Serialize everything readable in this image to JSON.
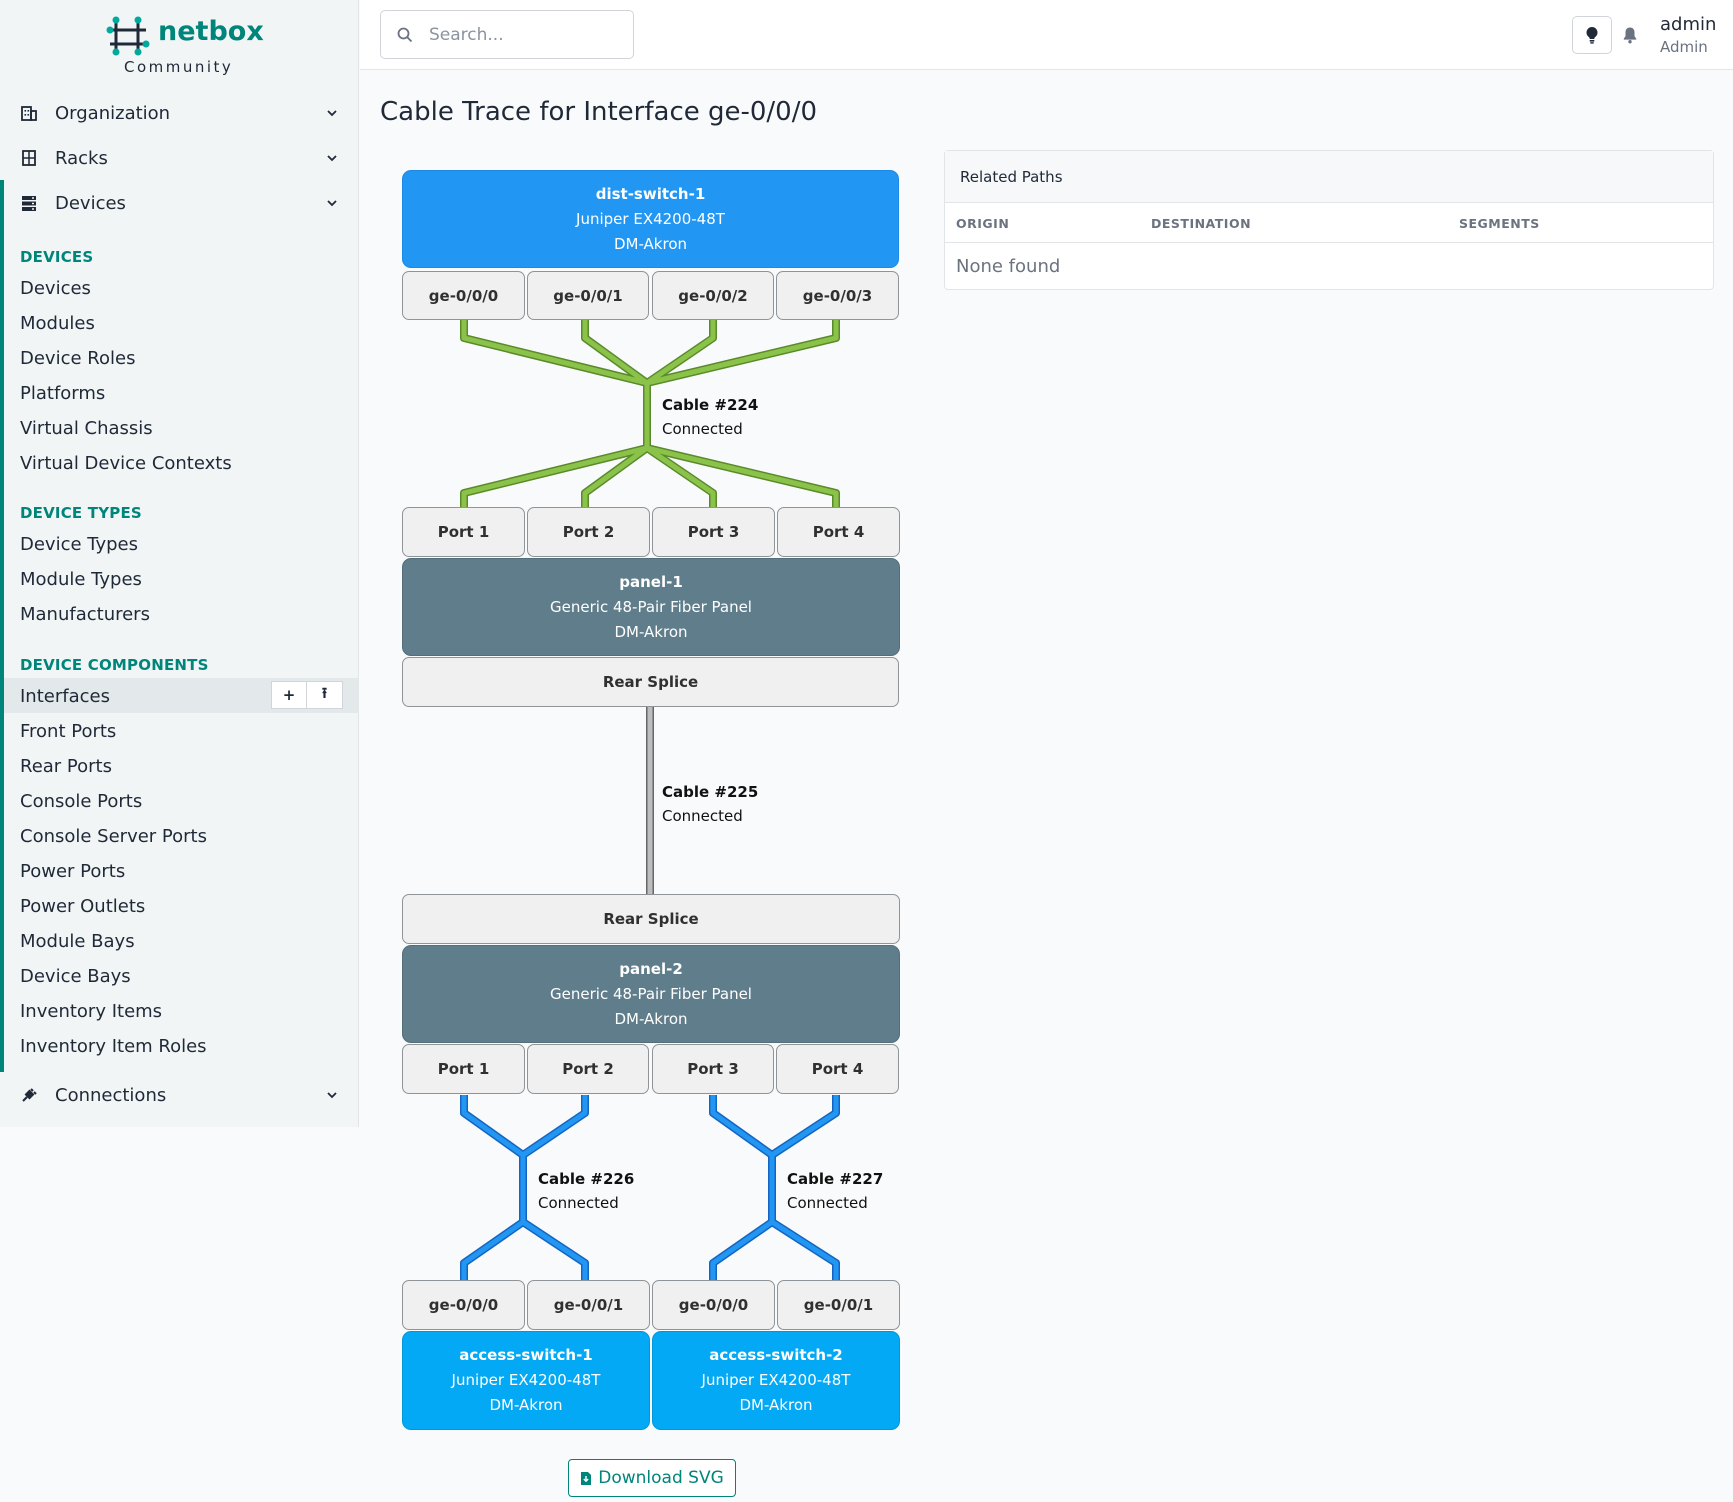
{
  "brand": {
    "name": "netbox",
    "edition": "Community"
  },
  "sidebar": {
    "top_items": [
      {
        "label": "Organization",
        "icon": "building-icon"
      },
      {
        "label": "Racks",
        "icon": "rack-icon"
      },
      {
        "label": "Devices",
        "icon": "server-icon"
      }
    ],
    "sections": [
      {
        "heading": "DEVICES",
        "items": [
          "Devices",
          "Modules",
          "Device Roles",
          "Platforms",
          "Virtual Chassis",
          "Virtual Device Contexts"
        ]
      },
      {
        "heading": "DEVICE TYPES",
        "items": [
          "Device Types",
          "Module Types",
          "Manufacturers"
        ]
      },
      {
        "heading": "DEVICE COMPONENTS",
        "items": [
          "Interfaces",
          "Front Ports",
          "Rear Ports",
          "Console Ports",
          "Console Server Ports",
          "Power Ports",
          "Power Outlets",
          "Module Bays",
          "Device Bays",
          "Inventory Items",
          "Inventory Item Roles"
        ]
      }
    ],
    "active_item": "Interfaces",
    "active_item_actions": {
      "add": "+",
      "import": "⭱"
    },
    "bottom_item": {
      "label": "Connections",
      "icon": "plug-icon"
    }
  },
  "header": {
    "search_placeholder": "Search...",
    "user": {
      "name": "admin",
      "role": "Admin"
    }
  },
  "page": {
    "title": "Cable Trace for Interface ge-0/0/0"
  },
  "trace": {
    "dist_switch": {
      "name": "dist-switch-1",
      "model": "Juniper EX4200-48T",
      "site": "DM-Akron"
    },
    "dist_ports": [
      "ge-0/0/0",
      "ge-0/0/1",
      "ge-0/0/2",
      "ge-0/0/3"
    ],
    "cable_224": {
      "label": "Cable #224",
      "status": "Connected",
      "color": "#8bc34a"
    },
    "panel1_ports": [
      "Port 1",
      "Port 2",
      "Port 3",
      "Port 4"
    ],
    "panel1": {
      "name": "panel-1",
      "model": "Generic 48-Pair Fiber Panel",
      "site": "DM-Akron"
    },
    "panel1_rear": "Rear Splice",
    "cable_225": {
      "label": "Cable #225",
      "status": "Connected",
      "color": "#9e9e9e"
    },
    "panel2_rear": "Rear Splice",
    "panel2": {
      "name": "panel-2",
      "model": "Generic 48-Pair Fiber Panel",
      "site": "DM-Akron"
    },
    "panel2_ports": [
      "Port 1",
      "Port 2",
      "Port 3",
      "Port 4"
    ],
    "cable_226": {
      "label": "Cable #226",
      "status": "Connected",
      "color": "#2196f3"
    },
    "cable_227": {
      "label": "Cable #227",
      "status": "Connected",
      "color": "#2196f3"
    },
    "access_ports": [
      "ge-0/0/0",
      "ge-0/0/1",
      "ge-0/0/0",
      "ge-0/0/1"
    ],
    "access_switch_1": {
      "name": "access-switch-1",
      "model": "Juniper EX4200-48T",
      "site": "DM-Akron"
    },
    "access_switch_2": {
      "name": "access-switch-2",
      "model": "Juniper EX4200-48T",
      "site": "DM-Akron"
    },
    "download_label": "Download SVG"
  },
  "related_paths": {
    "title": "Related Paths",
    "columns": [
      "ORIGIN",
      "DESTINATION",
      "SEGMENTS"
    ],
    "empty_text": "None found"
  },
  "colors": {
    "accent": "#00857a",
    "device_blue": "#2196f3",
    "device_light_blue": "#03a9f4",
    "panel_gray": "#607d8b"
  }
}
